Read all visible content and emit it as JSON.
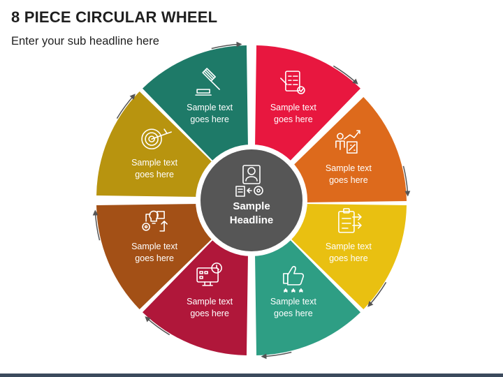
{
  "header": {
    "title": "8 PIECE CIRCULAR WHEEL",
    "subtitle": "Enter your sub headline here"
  },
  "center": {
    "label": "Sample\nHeadline",
    "color": "#565656",
    "icon": "manager-workflow-icon"
  },
  "segments": [
    {
      "label": "Sample text\ngoes here",
      "color": "#E8173F",
      "icon": "document-checklist-icon"
    },
    {
      "label": "Sample text\ngoes here",
      "color": "#DD6A1C",
      "icon": "growth-analytics-icon"
    },
    {
      "label": "Sample text\ngoes here",
      "color": "#E9C011",
      "icon": "clipboard-process-icon"
    },
    {
      "label": "Sample text\ngoes here",
      "color": "#2E9E84",
      "icon": "thumbs-up-rating-icon"
    },
    {
      "label": "Sample text\ngoes here",
      "color": "#B0173A",
      "icon": "monitor-dashboard-icon"
    },
    {
      "label": "Sample text\ngoes here",
      "color": "#A35016",
      "icon": "ideas-gears-icon"
    },
    {
      "label": "Sample text\ngoes here",
      "color": "#B8940F",
      "icon": "target-icon"
    },
    {
      "label": "Sample text\ngoes here",
      "color": "#1E7A68",
      "icon": "gavel-icon"
    }
  ]
}
